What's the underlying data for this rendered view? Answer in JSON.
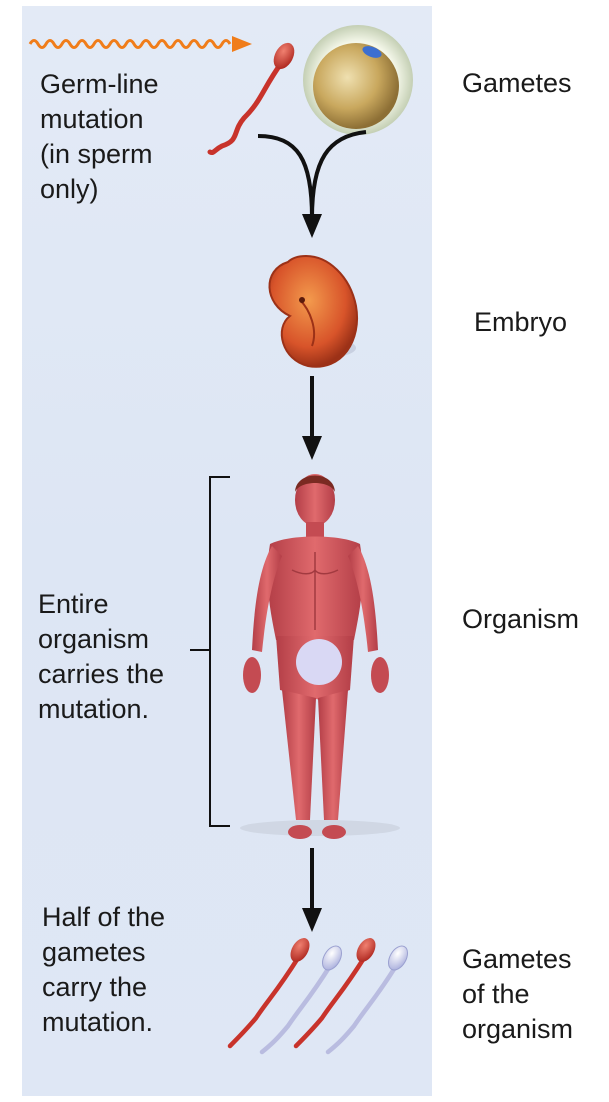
{
  "left_labels": {
    "germline": "Germ-line\nmutation\n(in sperm\nonly)",
    "entire": "Entire\norganism\ncarries the\nmutation.",
    "half": "Half of the\ngametes\ncarry the\nmutation."
  },
  "right_labels": {
    "gametes": "Gametes",
    "embryo": "Embryo",
    "organism": "Organism",
    "gametes_org": "Gametes\nof the\norganism"
  },
  "colors": {
    "panel": "#dfe7f5",
    "sperm_mutant": "#c8332b",
    "sperm_normal": "#c3c6e6",
    "mutation_wave": "#f07d1a",
    "skin": "#d9545a",
    "egg": "#c9a85e"
  }
}
